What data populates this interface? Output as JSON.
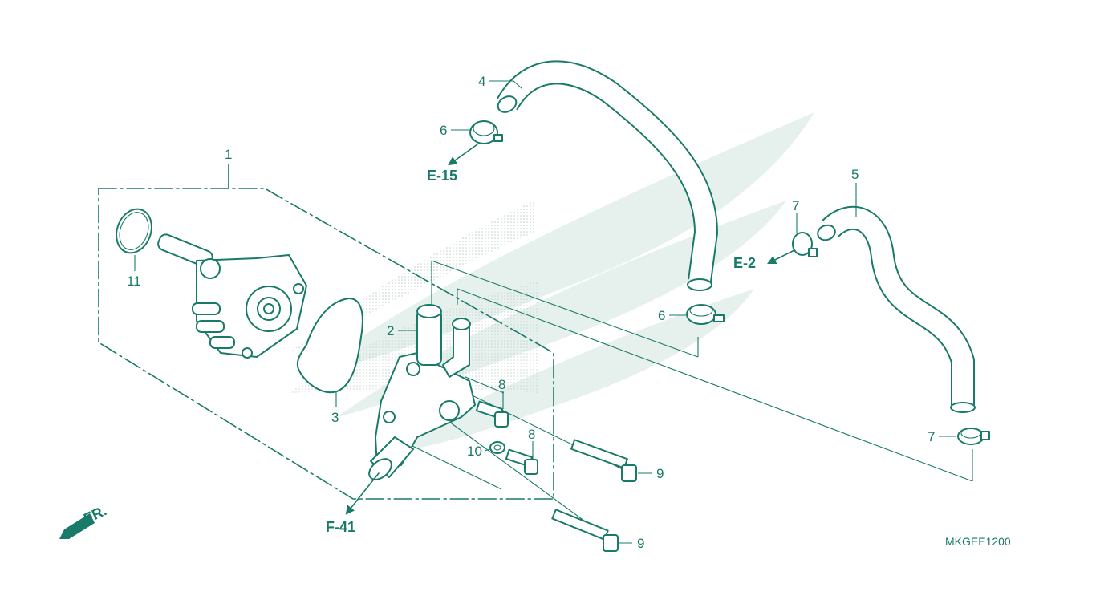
{
  "diagram": {
    "callouts": {
      "c1": "1",
      "c2": "2",
      "c3": "3",
      "c4": "4",
      "c5": "5",
      "c6a": "6",
      "c6b": "6",
      "c7a": "7",
      "c7b": "7",
      "c8a": "8",
      "c8b": "8",
      "c9a": "9",
      "c9b": "9",
      "c10": "10",
      "c11": "11"
    },
    "references": {
      "e15": "E-15",
      "e2": "E-2",
      "f41": "F-41"
    },
    "front_indicator": "FR.",
    "drawing_code": "MKGEE1200"
  },
  "colors": {
    "line": "#1a7a6a",
    "watermark": "#dfeeea",
    "background": "#ffffff"
  }
}
